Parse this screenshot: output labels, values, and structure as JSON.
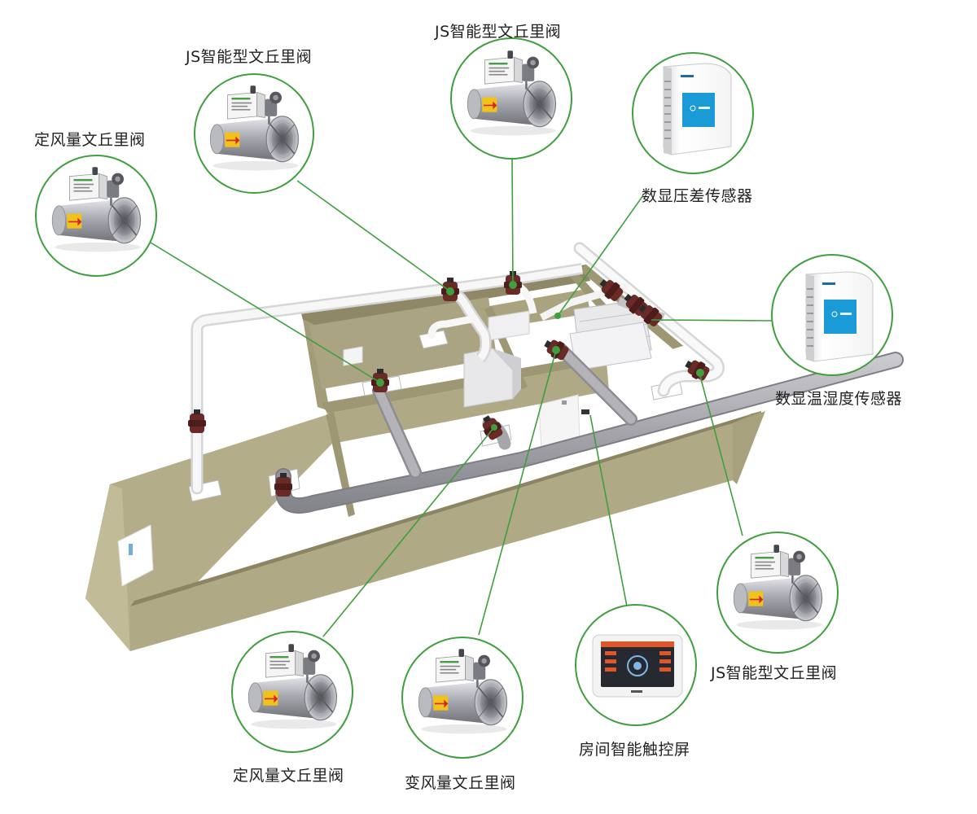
{
  "colors": {
    "accent_green": "#3f9f3f",
    "wall": "#b7b08c",
    "wall_dark": "#9c9572",
    "duct": "#a9a9ae",
    "duct_white": "#f2f2f2",
    "valve": "#6a2a26",
    "floor": "#ffffff"
  },
  "labels": {
    "js_valve_1": "JS智能型文丘里阀",
    "js_valve_2": "JS智能型文丘里阀",
    "js_valve_3": "JS智能型文丘里阀",
    "cav_valve_top": "定风量文丘里阀",
    "cav_valve_bottom": "定风量文丘里阀",
    "vav_valve": "变风量文丘里阀",
    "pressure_sensor": "数显压差传感器",
    "temp_humidity_sensor": "数显温湿度传感器",
    "touch_screen": "房间智能触控屏"
  },
  "icons": {
    "venturi_valve": "venturi-valve-icon",
    "pressure_sensor": "pressure-sensor-icon",
    "temp_sensor": "temperature-humidity-sensor-icon",
    "touch_panel": "touch-panel-icon"
  }
}
